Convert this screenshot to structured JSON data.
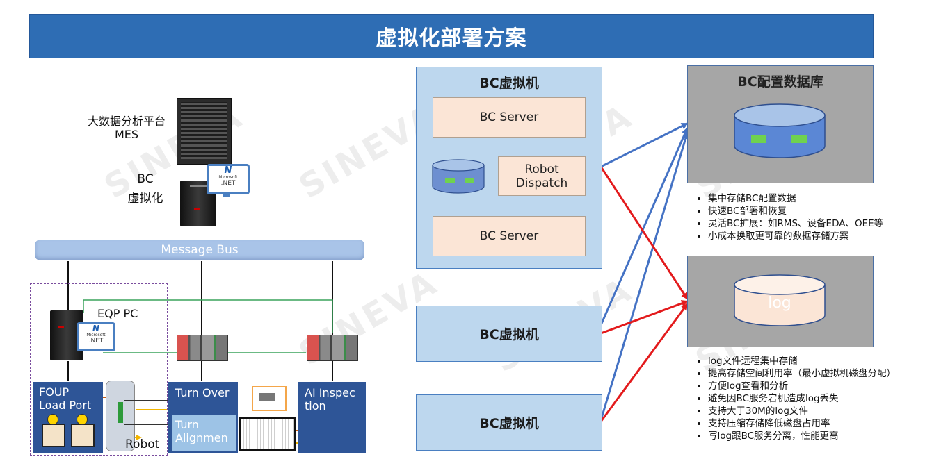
{
  "title": "虚拟化部署方案",
  "watermark": "SINEVA",
  "left": {
    "server_label_line1": "大数据分析平台",
    "server_label_line2": "MES",
    "bc_label_line1": "BC",
    "bc_label_line2": "虚拟化",
    "net_logo_small": "Microsoft",
    "net_logo_text": ".NET",
    "bus_label": "Message Bus",
    "eqp_label": "EQP PC",
    "foup_label": "FOUP Load Port",
    "robot_label": "Robot",
    "turn_over_label": "Turn Over",
    "turn_align_label": "Turn Alignmen",
    "ai_label": "AI Inspection"
  },
  "vm_main": {
    "title": "BC虚拟机",
    "server_top": "BC Server",
    "robot_dispatch": "Robot Dispatch",
    "server_bottom": "BC Server"
  },
  "vm2": {
    "title": "BC虚拟机"
  },
  "vm3": {
    "title": "BC虚拟机"
  },
  "db": {
    "title": "BC配置数据库",
    "bullets": [
      "集中存储BC配置数据",
      "快速BC部署和恢复",
      "灵活BC扩展：如RMS、设备EDA、OEE等",
      "小成本换取更可靠的数据存储方案"
    ]
  },
  "log": {
    "label": "log",
    "bullets": [
      "log文件远程集中存储",
      "提高存储空间利用率（最小虚拟机磁盘分配）",
      "方便log查看和分析",
      "避免因BC服务宕机造成log丢失",
      "支持大于30M的log文件",
      "支持压缩存储降低磁盘占用率",
      "写log跟BC服务分离，性能更高"
    ]
  },
  "colors": {
    "title_bg": "#2e6db4",
    "vm_bg": "#bdd7ee",
    "arrow_blue": "#4472c4",
    "arrow_red": "#e31a1c",
    "grey": "#a6a6a6"
  }
}
